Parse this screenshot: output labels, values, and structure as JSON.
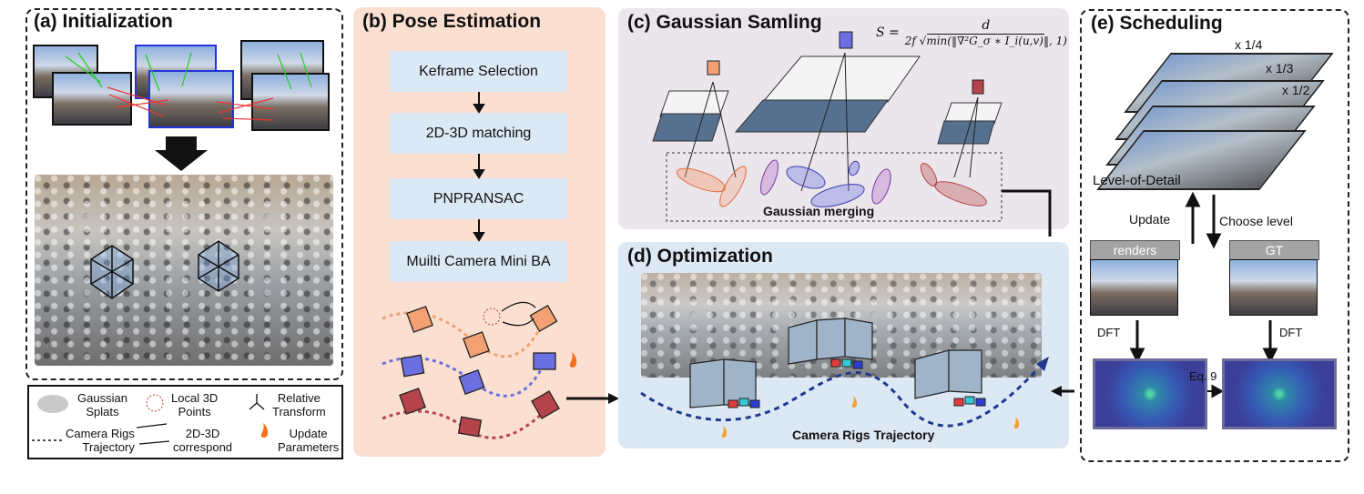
{
  "panels": {
    "a": {
      "title": "(a) Initialization"
    },
    "b": {
      "title": "(b) Pose Estimation",
      "steps": [
        "Keframe Selection",
        "2D-3D matching",
        "PNPRANSAC",
        "Muilti Camera Mini BA"
      ]
    },
    "c": {
      "title": "(c) Gaussian Samling",
      "merge_label": "Gaussian merging"
    },
    "d": {
      "title": "(d) Optimization",
      "trajectory_label": "Camera Rigs Trajectory"
    },
    "e": {
      "title": "(e) Scheduling",
      "scales": [
        "x 1/4",
        "x 1/3",
        "x 1/2"
      ],
      "lod_label": "Level-of-Detail",
      "update": "Update",
      "choose": "Choose level",
      "renders": "renders",
      "gt": "GT",
      "dft": "DFT",
      "eq": "Eq. 9"
    }
  },
  "formula": {
    "lhs": "S =",
    "numerator": "d",
    "denominator": "2f √min(‖∇²G_σ ∗ I_i(u,v)‖, 1)"
  },
  "legend": {
    "gaussian": [
      "Gaussian",
      "Splats"
    ],
    "local": [
      "Local 3D",
      "Points"
    ],
    "relative": [
      "Relative",
      "Transform"
    ],
    "trajectory": [
      "Camera Rigs",
      "Trajectory"
    ],
    "correspond": [
      "2D-3D",
      "correspond"
    ],
    "update": [
      "Update",
      "Parameters"
    ]
  },
  "colors": {
    "orange": "#f3a072",
    "blue": "#6b6fe0",
    "red": "#b5444a",
    "navy": "#1f3a8f",
    "panel_b_bg": "#fbe0d2",
    "panel_c_bg": "#ebe6ec",
    "panel_d_bg": "#dde8f5",
    "step_bg": "#dbe8f6"
  }
}
